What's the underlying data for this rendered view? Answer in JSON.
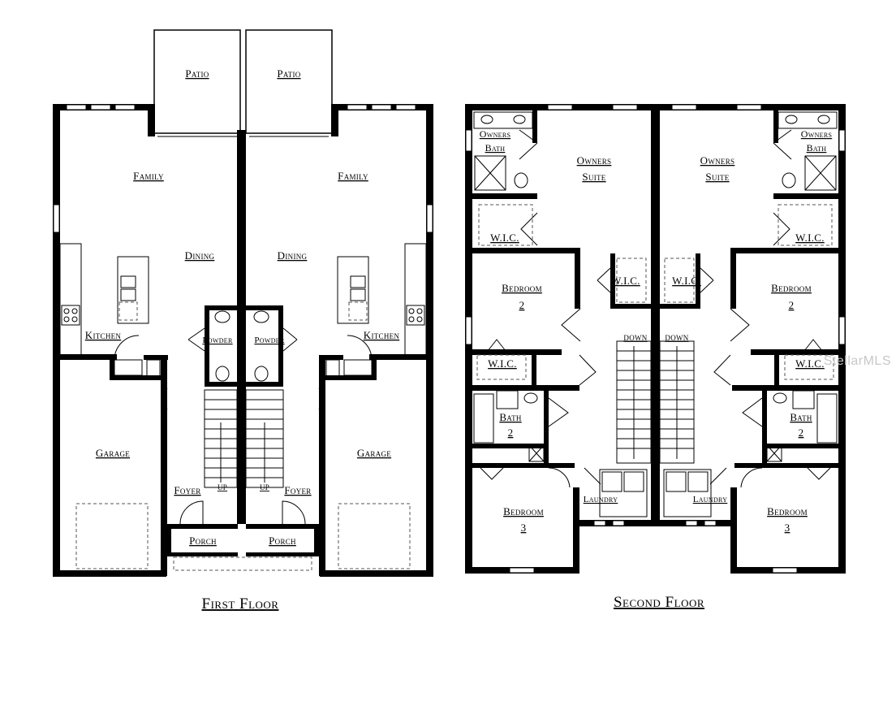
{
  "first_floor": {
    "title": "First Floor",
    "rooms": {
      "patio_left": "Patio",
      "patio_right": "Patio",
      "family_left": "Family",
      "family_right": "Family",
      "dining_left": "Dining",
      "dining_right": "Dining",
      "kitchen_left": "Kitchen",
      "kitchen_right": "Kitchen",
      "powder_left": "Powder",
      "powder_right": "Powder",
      "garage_left": "Garage",
      "garage_right": "Garage",
      "foyer_left": "Foyer",
      "foyer_right": "Foyer",
      "porch_left": "Porch",
      "porch_right": "Porch",
      "up_left": "UP",
      "up_right": "UP"
    }
  },
  "second_floor": {
    "title": "Second Floor",
    "rooms": {
      "owners_bath_left_1": "Owners",
      "owners_bath_left_2": "Bath",
      "owners_bath_right_1": "Owners",
      "owners_bath_right_2": "Bath",
      "owners_suite_left_1": "Owners",
      "owners_suite_left_2": "Suite",
      "owners_suite_right_1": "Owners",
      "owners_suite_right_2": "Suite",
      "wic_owner_left": "W.I.C.",
      "wic_owner_right": "W.I.C.",
      "wic_center_left": "W.I.C.",
      "wic_center_right": "W.I.C.",
      "bedroom2_left_1": "Bedroom",
      "bedroom2_left_2": "2",
      "bedroom2_right_1": "Bedroom",
      "bedroom2_right_2": "2",
      "wic_bed2_left": "W.I.C.",
      "wic_bed2_right": "W.I.C.",
      "bath2_left_1": "Bath",
      "bath2_left_2": "2",
      "bath2_right_1": "Bath",
      "bath2_right_2": "2",
      "bedroom3_left_1": "Bedroom",
      "bedroom3_left_2": "3",
      "bedroom3_right_1": "Bedroom",
      "bedroom3_right_2": "3",
      "laundry_left": "Laundry",
      "laundry_right": "Laundry",
      "down_left": "DOWN",
      "down_right": "DOWN"
    }
  },
  "watermark": "StellarMLS"
}
